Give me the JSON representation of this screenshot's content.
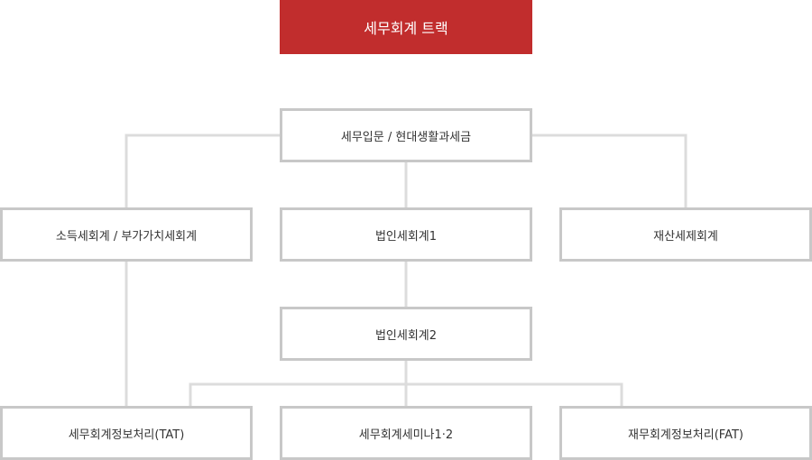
{
  "track_title": "세무회계 트랙",
  "nodes": {
    "root": "세무입문 / 현대생활과세금",
    "income_vat": "소득세회계 / 부가가치세회계",
    "corporate_1": "법인세회계1",
    "property_tax": "재산세제회계",
    "corporate_2": "법인세회계2",
    "tat": "세무회계정보처리(TAT)",
    "seminar": "세무회계세미나1·2",
    "fat": "재무회계정보처리(FAT)"
  },
  "colors": {
    "accent": "#c12d2d",
    "node_border": "#c8c8c8",
    "connector": "#dcdcdc",
    "text": "#333333"
  }
}
